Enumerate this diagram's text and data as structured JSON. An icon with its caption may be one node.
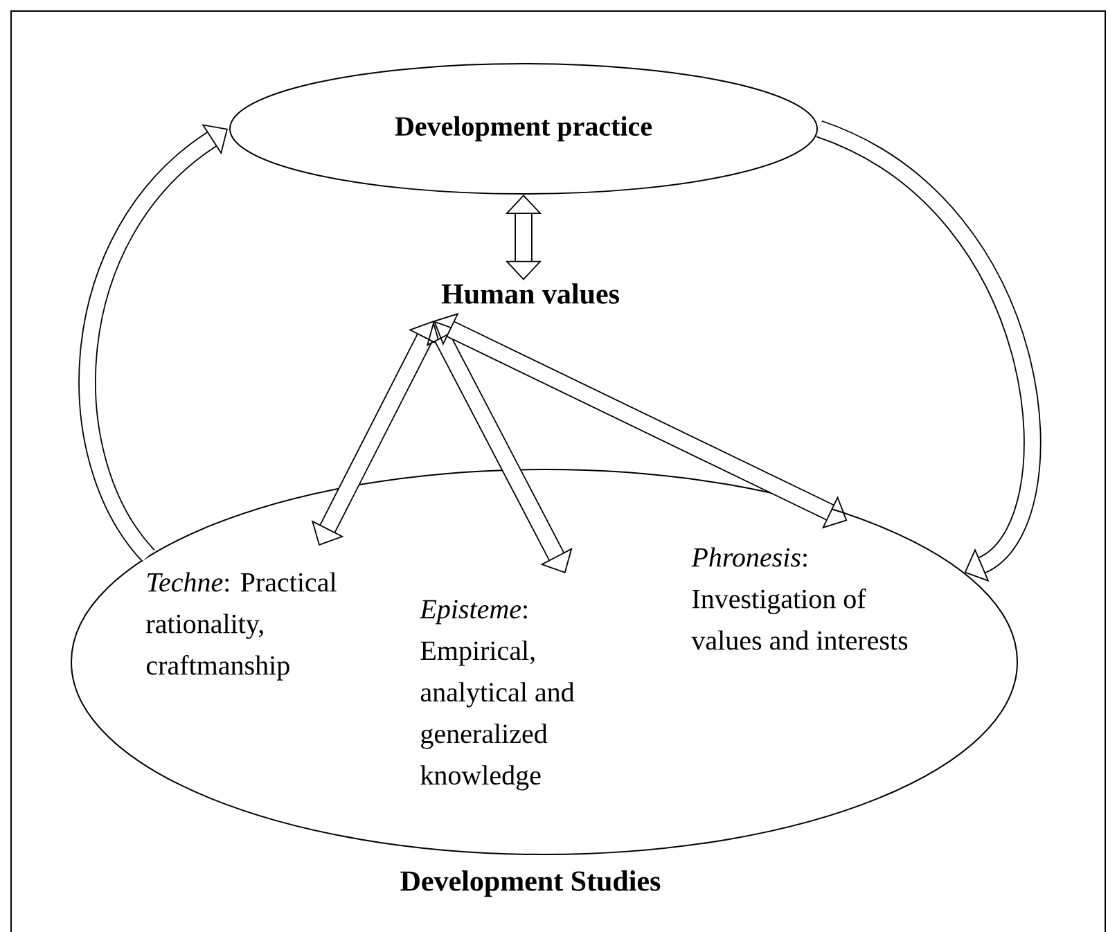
{
  "diagram": {
    "nodes": [
      {
        "text": [
          "Development practice"
        ]
      },
      {
        "text": [
          "Human values"
        ]
      },
      {
        "text": [
          "Development Studies"
        ]
      },
      {
        "text": [
          "*Techne*: Practical rationality, craftmanship"
        ],
        "in": 2
      },
      {
        "text": [
          "*Episteme*: Empirical, analytical and generalized knowledge"
        ],
        "in": 2
      },
      {
        "text": [
          "*Phronesis*: Investigation of values and interests"
        ],
        "in": 2
      }
    ],
    "edges": [
      {
        "from": 0,
        "to": 1,
        "arrow": "both"
      },
      {
        "from": 1,
        "to": 3,
        "arrow": "both"
      },
      {
        "from": 1,
        "to": 4,
        "arrow": "both"
      },
      {
        "from": 1,
        "to": 5,
        "arrow": "both"
      },
      {
        "from": 2,
        "to": 0,
        "arrow": "to"
      },
      {
        "from": 0,
        "to": 2,
        "arrow": "to"
      }
    ]
  }
}
